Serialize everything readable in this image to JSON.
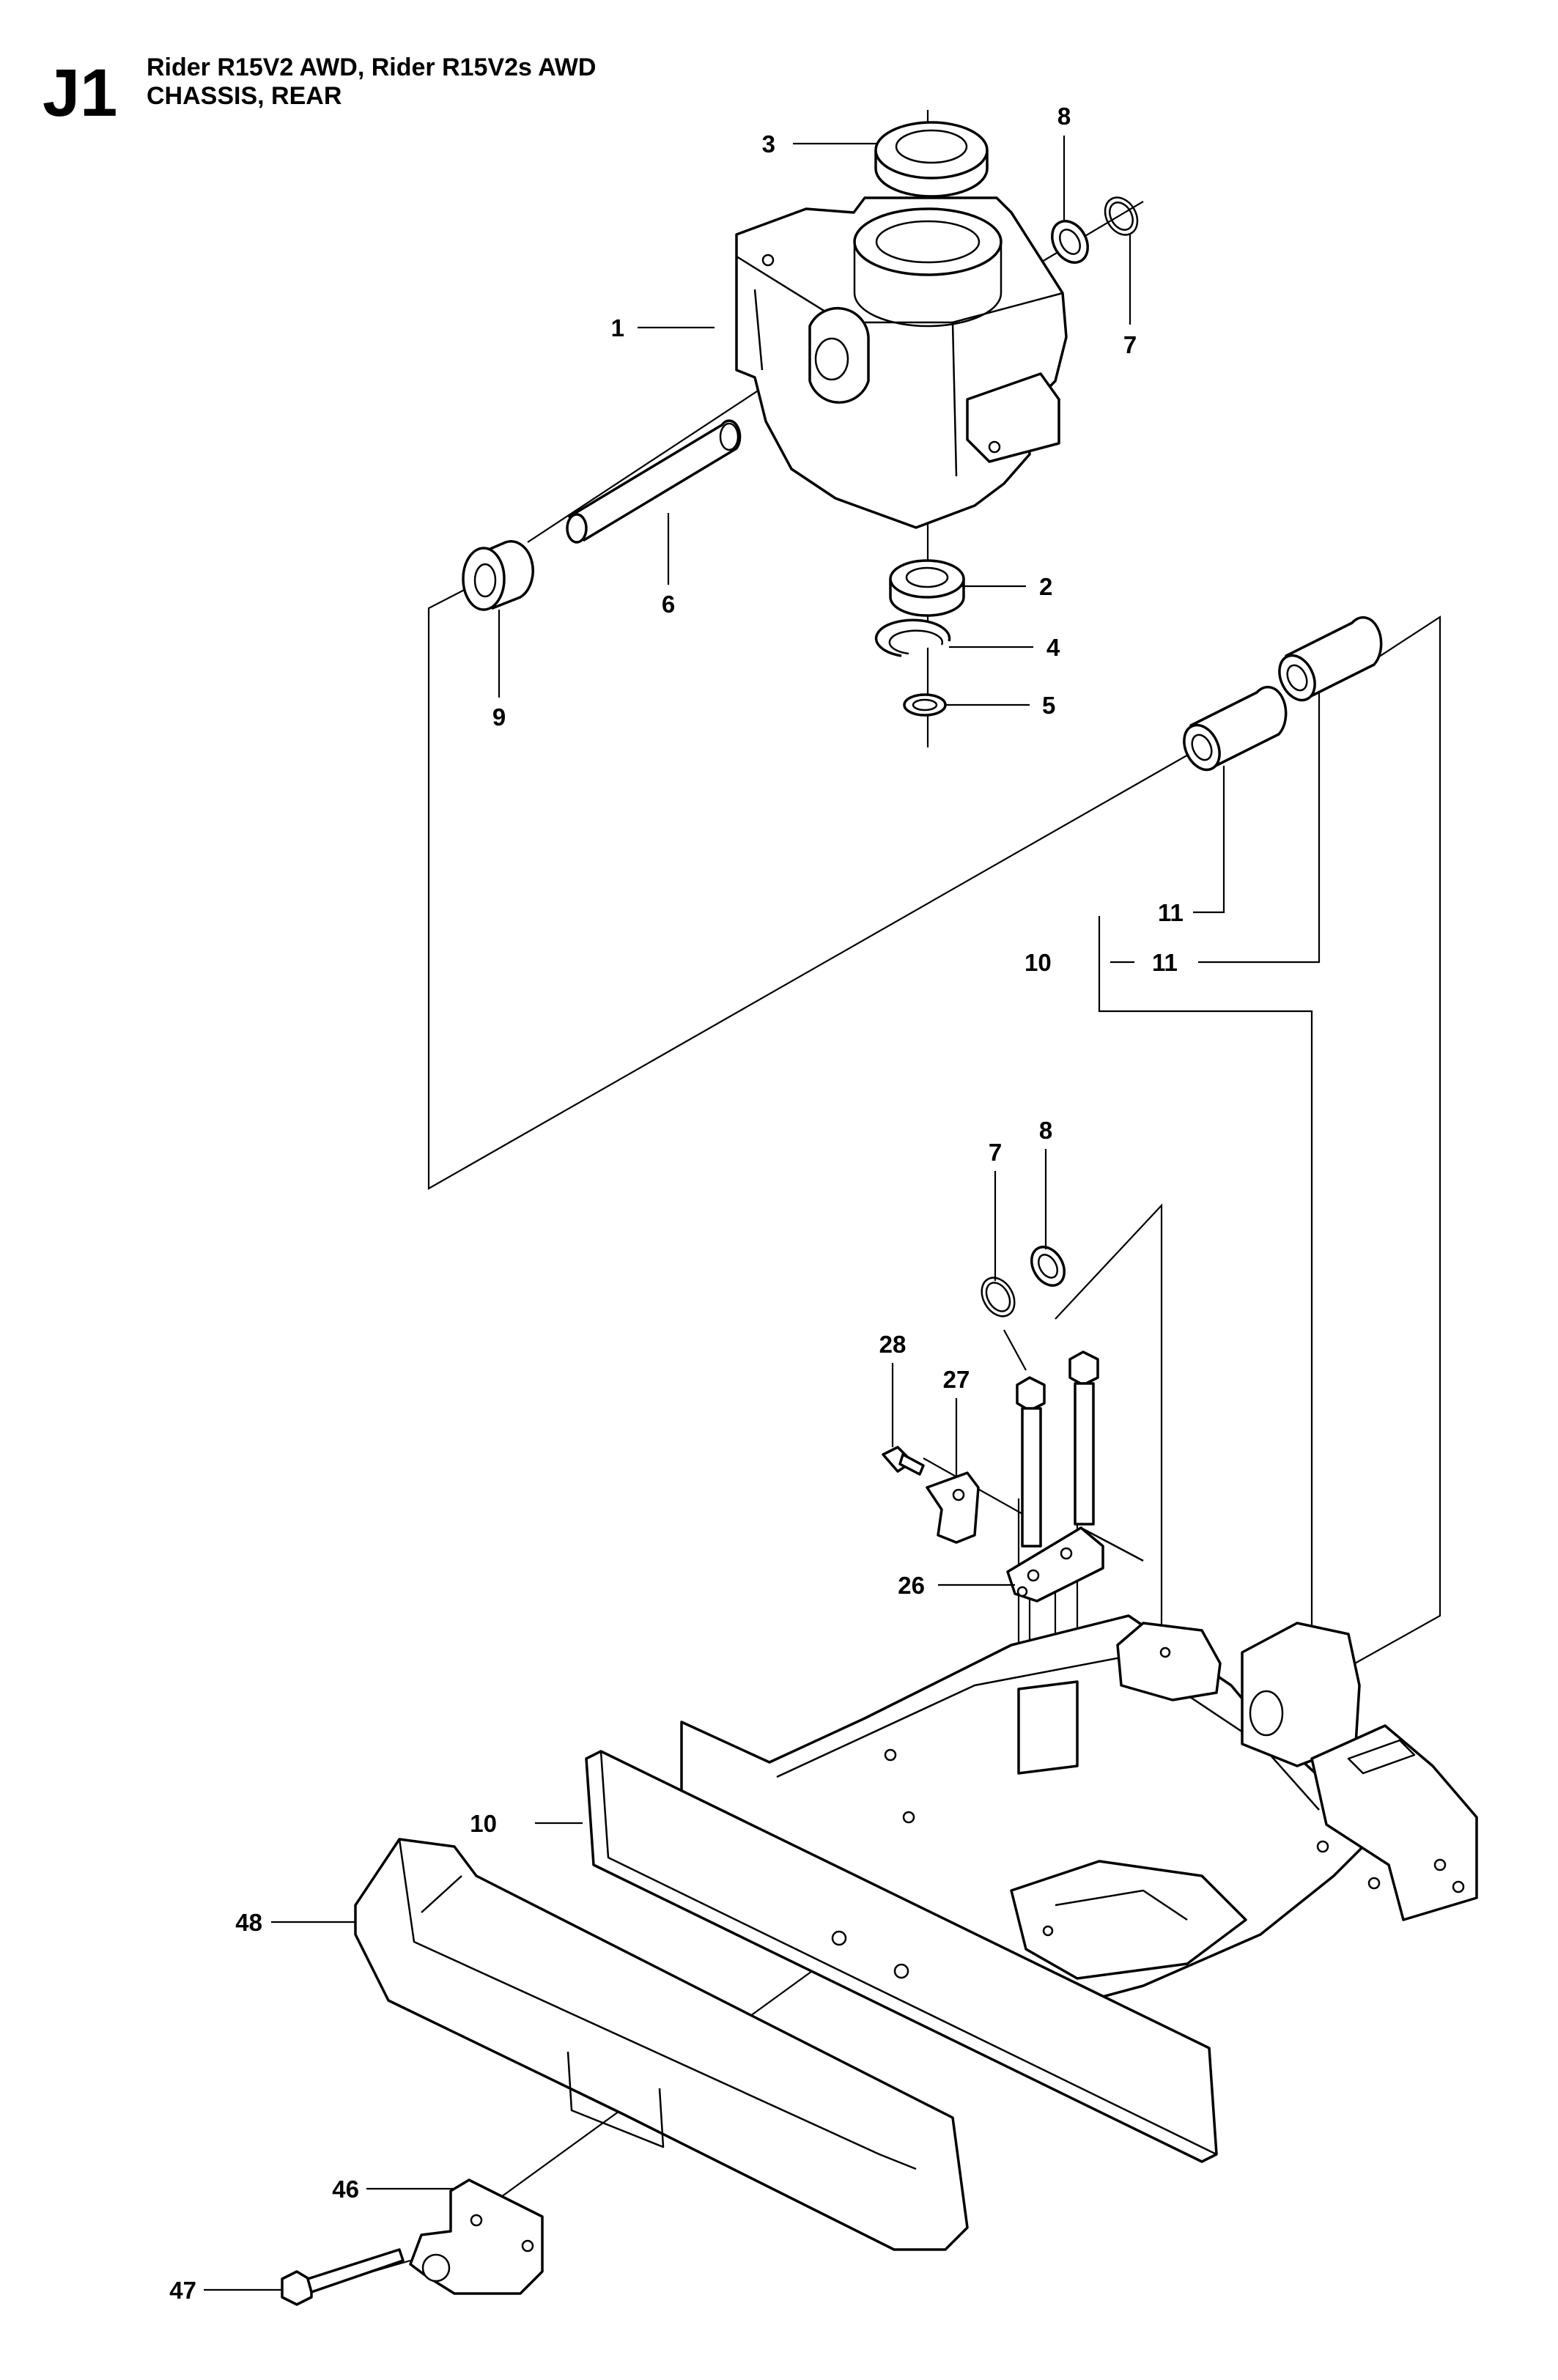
{
  "header": {
    "section_code": "J1",
    "title_line1": "Rider R15V2 AWD, Rider R15V2s AWD",
    "title_line2": "CHASSIS, REAR"
  },
  "callouts": [
    {
      "id": "c3",
      "label": "3"
    },
    {
      "id": "c8a",
      "label": "8"
    },
    {
      "id": "c1",
      "label": "1"
    },
    {
      "id": "c7a",
      "label": "7"
    },
    {
      "id": "c6",
      "label": "6"
    },
    {
      "id": "c2",
      "label": "2"
    },
    {
      "id": "c4",
      "label": "4"
    },
    {
      "id": "c5",
      "label": "5"
    },
    {
      "id": "c9",
      "label": "9"
    },
    {
      "id": "c11a",
      "label": "11"
    },
    {
      "id": "c10a",
      "label": "10"
    },
    {
      "id": "c11b",
      "label": "11"
    },
    {
      "id": "c7b",
      "label": "7"
    },
    {
      "id": "c8b",
      "label": "8"
    },
    {
      "id": "c28",
      "label": "28"
    },
    {
      "id": "c27",
      "label": "27"
    },
    {
      "id": "c26",
      "label": "26"
    },
    {
      "id": "c10b",
      "label": "10"
    },
    {
      "id": "c48",
      "label": "48"
    },
    {
      "id": "c46",
      "label": "46"
    },
    {
      "id": "c47",
      "label": "47"
    }
  ]
}
